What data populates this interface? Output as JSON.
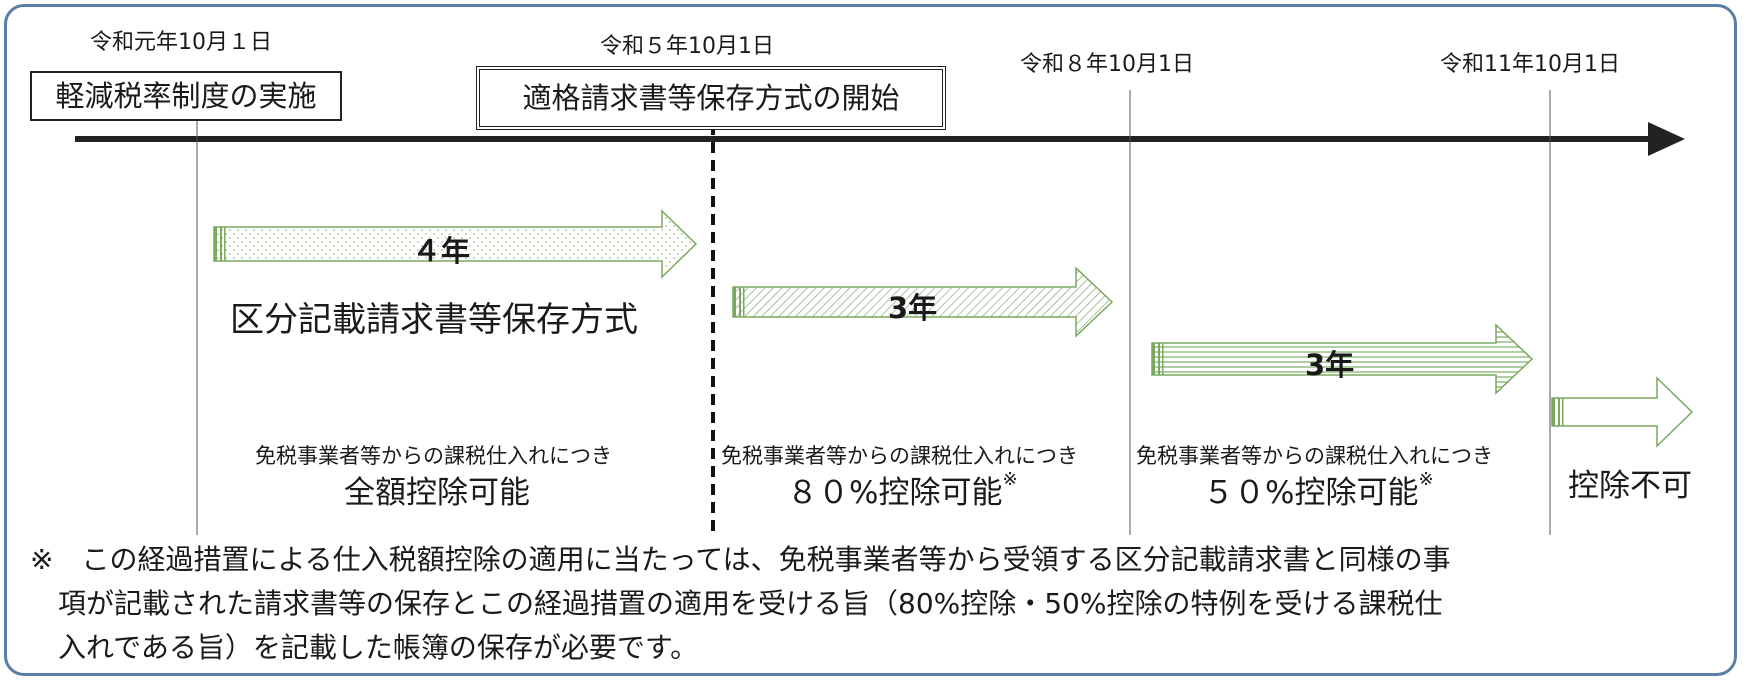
{
  "timeline": {
    "dates": [
      "令和元年10月１日",
      "令和５年10月1日",
      "令和８年10月1日",
      "令和11年10月1日"
    ]
  },
  "events": {
    "start_label": "軽減税率制度の実施",
    "qualified_label": "適格請求書等保存方式の開始"
  },
  "periods": [
    {
      "years": "４年",
      "name": "区分記載請求書等保存方式",
      "note": "免税事業者等からの課税仕入れにつき",
      "result": "全額控除可能",
      "mark": ""
    },
    {
      "years": "3年",
      "name": "",
      "note": "免税事業者等からの課税仕入れにつき",
      "result": "８０%控除可能",
      "mark": "※"
    },
    {
      "years": "3年",
      "name": "",
      "note": "免税事業者等からの課税仕入れにつき",
      "result": "５０%控除可能",
      "mark": "※"
    },
    {
      "years": "",
      "name": "",
      "note": "",
      "result": "控除不可",
      "mark": ""
    }
  ],
  "footnote": {
    "line1": "※　この経過措置による仕入税額控除の適用に当たっては、免税事業者等から受領する区分記載請求書と同様の事",
    "line2": "項が記載された請求書等の保存とこの経過措置の適用を受ける旨（80%控除・50%控除の特例を受ける課税仕",
    "line3": "入れである旨）を記載した帳簿の保存が必要です。"
  },
  "colors": {
    "frame": "#5a7ea6",
    "arrow_outline": "#7aa860",
    "timeline": "#222222"
  }
}
